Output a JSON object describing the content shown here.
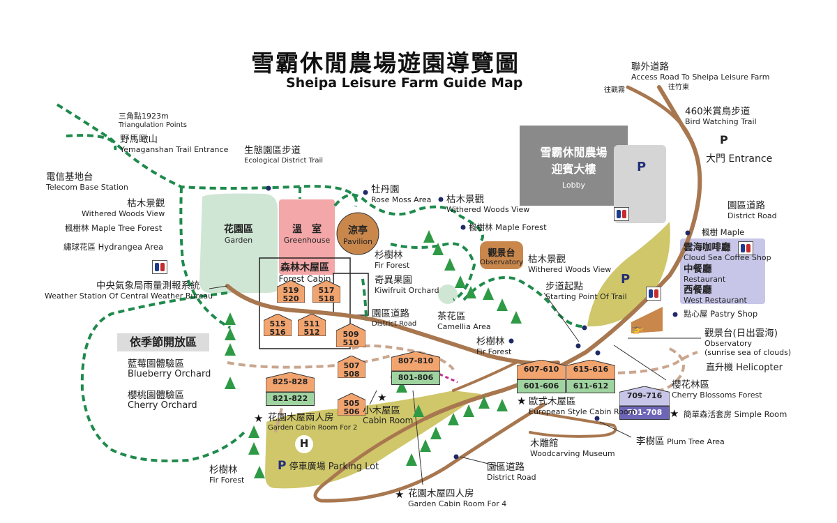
{
  "title": {
    "zh": "雪霸休閒農場遊園導覽圖",
    "en": "Sheipa Leisure Farm Guide Map"
  },
  "seasonal_label": "依季節開放區",
  "seasonal_items": [
    {
      "zh": "藍莓園體驗區",
      "en": "Blueberry Orchard"
    },
    {
      "zh": "櫻桃園體驗區",
      "en": "Cherry Orchard"
    }
  ],
  "lobby": {
    "zh1": "雪霸休閒農場",
    "zh2": "迎賓大樓",
    "en": "Lobby"
  },
  "zones": {
    "garden": {
      "zh": "花園區",
      "en": "Garden"
    },
    "greenhouse": {
      "zh": "溫　室",
      "en": "Greenhouse"
    },
    "pavilion": {
      "zh": "涼亭",
      "en": "Pavilion"
    },
    "forest_cabin": {
      "zh": "森林木屋區",
      "en": "Forest Cabin"
    },
    "observatory": {
      "zh": "觀景台",
      "en": "Observatory"
    },
    "restaurants": [
      {
        "zh": "雲海咖啡廳",
        "en": "Cloud Sea Coffee Shop"
      },
      {
        "zh": "中餐廳",
        "en": "Restaurant"
      },
      {
        "zh": "西餐廳",
        "en": "West Restaurant"
      }
    ],
    "parking": {
      "zh": "停車廣場",
      "en": "Parking Lot",
      "p": "P",
      "h": "H"
    }
  },
  "rooms": {
    "forest": [
      "519\n520",
      "517\n518",
      "515\n516",
      "511\n512",
      "509\n510"
    ],
    "cabin": [
      "507\n508",
      "505\n506"
    ],
    "garden_2": {
      "top": "825-828",
      "bottom": "821-822"
    },
    "garden_4": {
      "top": "807-810",
      "bottom": "801-806"
    },
    "euro_a": {
      "top": "607-610",
      "bottom": "601-606"
    },
    "euro_b": {
      "top": "615-616",
      "bottom": "611-612"
    },
    "simple": {
      "top": "709-716",
      "bottom": "701-708"
    }
  },
  "labels": {
    "access_road": {
      "zh": "聯外道路",
      "en": "Access Road To Sheipa Leisure Farm"
    },
    "to_guanwu": "往觀霧",
    "to_zhudong": "往竹東",
    "bird_trail": {
      "zh": "460米賞鳥步道",
      "en": "Bird Watching Trail"
    },
    "entrance_p": "P",
    "entrance": "大門 Entrance",
    "district_road_1": {
      "zh": "園區道路",
      "en": "District Road"
    },
    "maple_right": "楓樹 Maple",
    "pastry": "點心屋 Pastry Shop",
    "obs_sunrise": {
      "zh": "觀景台(日出雲海)",
      "en1": "Observatory",
      "en2": "(sunrise sea of clouds)"
    },
    "helicopter": "直升機 Helicopter",
    "cherry_blossom": {
      "zh": "櫻花林區",
      "en": "Cherry Blossoms Forest"
    },
    "simple_room": "簡單森活套房 Simple Room",
    "plum": {
      "zh": "李樹區",
      "en": "Plum Tree Area"
    },
    "woodcarving": {
      "zh": "木雕館",
      "en": "Woodcarving Museum"
    },
    "district_road_2": {
      "zh": "園區道路",
      "en": "District Road"
    },
    "garden_cabin_4": {
      "zh": "花園木屋四人房",
      "en": "Garden Cabin Room For 4"
    },
    "euro_cabin": {
      "zh": "歐式木屋區",
      "en": "European Style Cabin Room"
    },
    "cabin_room": {
      "zh": "小木屋區",
      "en": "Cabin Room"
    },
    "garden_cabin_2": {
      "zh": "花園木屋兩人房",
      "en": "Garden Cabin Room For 2"
    },
    "fir_bottom": {
      "zh": "杉樹林",
      "en": "Fir Forest"
    },
    "fir_mid": {
      "zh": "杉樹林",
      "en": "Fir Forest"
    },
    "district_road_mid": {
      "zh": "園區道路",
      "en": "District Road"
    },
    "camellia": {
      "zh": "茶花區",
      "en": "Camellia Area"
    },
    "kiwi": {
      "zh": "奇異果園",
      "en": "Kiwifruit Orchard"
    },
    "fir_top": {
      "zh": "杉樹林",
      "en": "Fir Forest"
    },
    "starting_point": {
      "zh": "步道起點",
      "en": "Starting Point Of Trail"
    },
    "withered_right": {
      "zh": "枯木景觀",
      "en": "Withered Woods View"
    },
    "maple_forest_mid": "楓樹林 Maple Forest",
    "withered_mid": {
      "zh": "枯木景觀",
      "en": "Withered Woods View"
    },
    "rose_moss": {
      "zh": "牡丹園",
      "en": "Rose Moss Area"
    },
    "eco_trail": {
      "zh": "生態園區步道",
      "en": "Ecological District Trail"
    },
    "triangulation": {
      "zh": "三角點1923m",
      "en": "Triangulation Points"
    },
    "yemaganshan": {
      "zh": "野馬瞰山",
      "en": "Yemaganshan Trail Entrance"
    },
    "telecom": {
      "zh": "電信基地台",
      "en": "Telecom Base Station"
    },
    "withered_left": {
      "zh": "枯木景觀",
      "en": "Withered Woods View"
    },
    "maple_left": "楓樹林 Maple Tree Forest",
    "hydrangea": "繡球花區 Hydrangea Area",
    "weather": {
      "zh": "中央氣象局雨量測報系統",
      "en": "Weather Station Of Central Weather Bureau"
    }
  },
  "colors": {
    "road": "#a8774f",
    "trail": "#1f8a4c",
    "dash_road": "#c9a68e",
    "lobby": "#8a8a8a",
    "cabin_orange": "#f2a46f",
    "cabin_green": "#9fd3a0",
    "garden": "#cfe6d4",
    "greenhouse": "#f4a7a8",
    "pavilion": "#c9874c",
    "parking": "#cfc769",
    "restaurant_panel": "#c8c6e8",
    "simple_purple": "#6d66b8"
  }
}
